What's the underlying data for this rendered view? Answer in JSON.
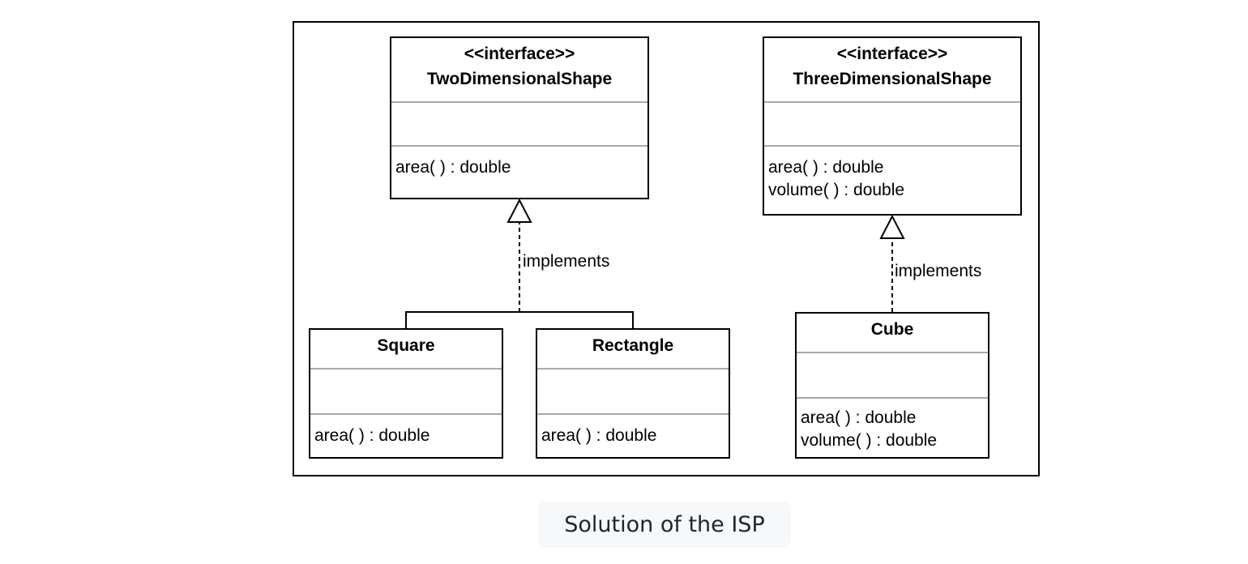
{
  "diagram": {
    "interfaces": [
      {
        "id": "two",
        "stereotype": "<<interface>>",
        "name": "TwoDimensionalShape",
        "attributes": [],
        "operations": [
          "area( ) : double"
        ]
      },
      {
        "id": "three",
        "stereotype": "<<interface>>",
        "name": "ThreeDimensionalShape",
        "attributes": [],
        "operations": [
          "area( ) : double",
          "volume( ) : double"
        ]
      }
    ],
    "classes": [
      {
        "id": "square",
        "name": "Square",
        "attributes": [],
        "operations": [
          "area( ) : double"
        ]
      },
      {
        "id": "rect",
        "name": "Rectangle",
        "attributes": [],
        "operations": [
          "area( ) : double"
        ]
      },
      {
        "id": "cube",
        "name": "Cube",
        "attributes": [],
        "operations": [
          "area( ) : double",
          "volume( ) : double"
        ]
      }
    ],
    "relations": [
      {
        "from": [
          "Square",
          "Rectangle"
        ],
        "to": "TwoDimensionalShape",
        "label": "implements",
        "style": "dashed-realization"
      },
      {
        "from": [
          "Cube"
        ],
        "to": "ThreeDimensionalShape",
        "label": "implements",
        "style": "dashed-realization"
      }
    ]
  },
  "caption": "Solution of the ISP"
}
